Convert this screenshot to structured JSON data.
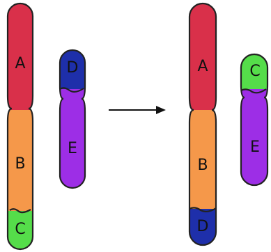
{
  "colors": {
    "A": "#d9304a",
    "B": "#f5984a",
    "C": "#55dd4a",
    "D": "#1e2faa",
    "E": "#9d2ee6",
    "outline": "#222222",
    "arrow": "#111111"
  },
  "before": {
    "long_chromosome": {
      "segments": [
        "A",
        "B",
        "C"
      ]
    },
    "short_chromosome": {
      "segments": [
        "D",
        "E"
      ]
    }
  },
  "after": {
    "long_chromosome": {
      "segments": [
        "A",
        "B",
        "D"
      ]
    },
    "short_chromosome": {
      "segments": [
        "C",
        "E"
      ]
    }
  },
  "labels": {
    "before_long_A": "A",
    "before_long_B": "B",
    "before_long_C": "C",
    "before_short_D": "D",
    "before_short_E": "E",
    "after_long_A": "A",
    "after_long_B": "B",
    "after_long_D": "D",
    "after_short_C": "C",
    "after_short_E": "E"
  },
  "arrow_icon": "right-arrow-icon"
}
